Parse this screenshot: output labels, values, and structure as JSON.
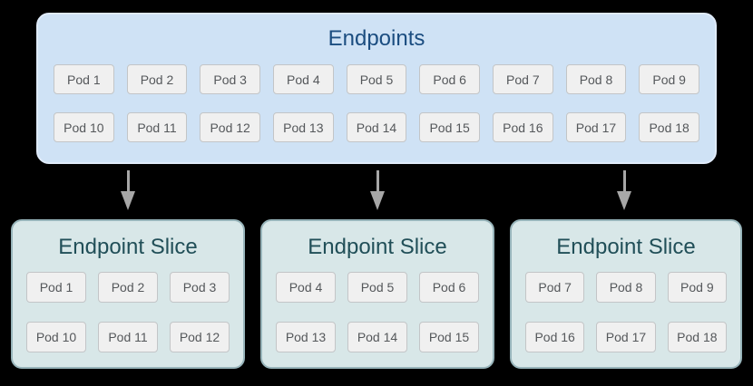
{
  "diagram": {
    "background_color": "#000000",
    "endpoints": {
      "title": "Endpoints",
      "fill_color": "#cfe2f5",
      "border_color": "#e0ebfa",
      "title_color": "#1b4d80",
      "pods": [
        "Pod 1",
        "Pod 2",
        "Pod 3",
        "Pod 4",
        "Pod 5",
        "Pod 6",
        "Pod 7",
        "Pod 8",
        "Pod 9",
        "Pod 10",
        "Pod 11",
        "Pod 12",
        "Pod 13",
        "Pod 14",
        "Pod 15",
        "Pod 16",
        "Pod 17",
        "Pod 18"
      ]
    },
    "arrows": {
      "icon": "down-arrow",
      "color": "#a7a7a7",
      "count": 3
    },
    "slice_style": {
      "fill_color": "#d8e7e8",
      "border_color": "#97b4ba",
      "title_color": "#214f58"
    },
    "pod_style": {
      "fill_color": "#f0f0f0",
      "border_color": "#c3c5c7",
      "text_color": "#55585b"
    },
    "slices": [
      {
        "title": "Endpoint Slice",
        "pods": [
          "Pod 1",
          "Pod 2",
          "Pod 3",
          "Pod 10",
          "Pod 11",
          "Pod 12"
        ]
      },
      {
        "title": "Endpoint Slice",
        "pods": [
          "Pod 4",
          "Pod 5",
          "Pod 6",
          "Pod 13",
          "Pod 14",
          "Pod 15"
        ]
      },
      {
        "title": "Endpoint Slice",
        "pods": [
          "Pod 7",
          "Pod 8",
          "Pod 9",
          "Pod 16",
          "Pod 17",
          "Pod 18"
        ]
      }
    ]
  }
}
